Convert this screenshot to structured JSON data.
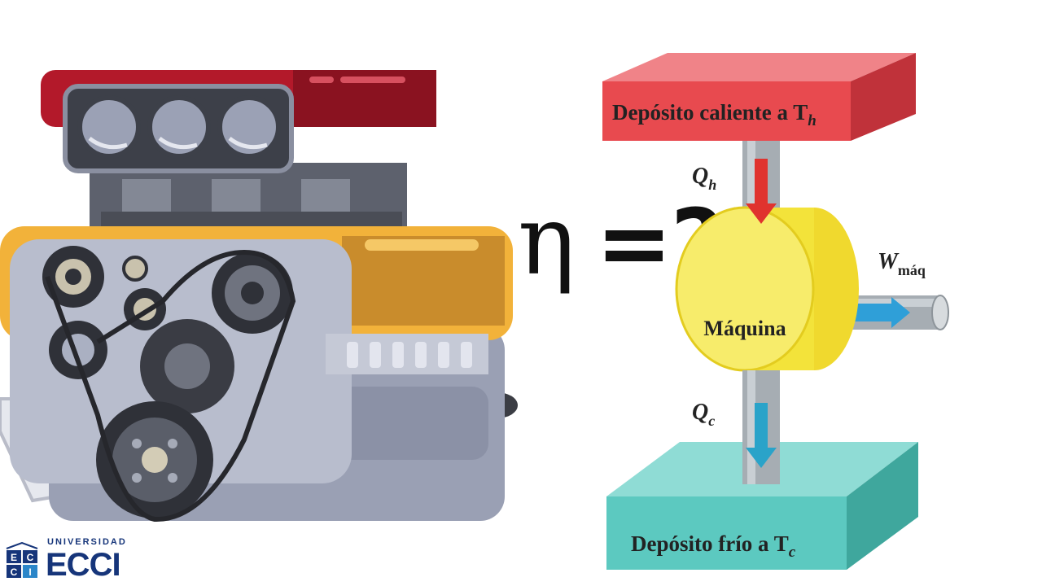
{
  "equation": {
    "eta": "η",
    "rest": "=?"
  },
  "diagram": {
    "hot_reservoir": "Depósito caliente a T",
    "hot_sub": "h",
    "cold_reservoir": "Depósito frío a T",
    "cold_sub": "c",
    "engine_label": "Máquina",
    "q_hot": "Q",
    "q_hot_sub": "h",
    "q_cold": "Q",
    "q_cold_sub": "c",
    "work": "W",
    "work_sub": "máq"
  },
  "logo": {
    "university": "UNIVERSIDAD",
    "name": "ECCI",
    "mark_letters": [
      "E",
      "C",
      "C",
      "I"
    ]
  },
  "colors": {
    "hot": "#e84a4f",
    "cold": "#5cc9c0",
    "engine_ball": "#f3e33a",
    "pipe": "#a6adb3",
    "arrow_hot": "#e0332e",
    "arrow_cold": "#2aa3c9",
    "logo_blue": "#16357a"
  }
}
